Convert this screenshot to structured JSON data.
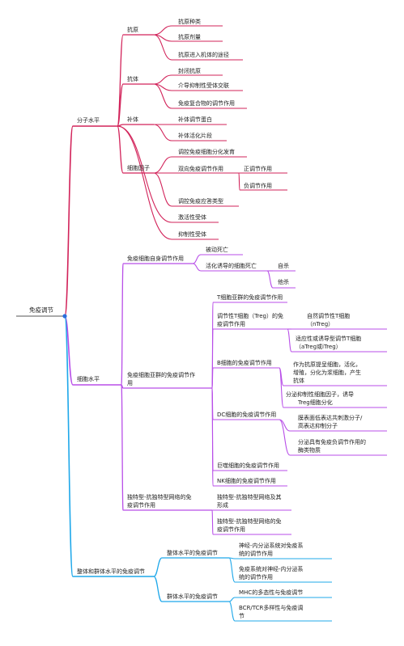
{
  "colors": {
    "root_line": "#555555",
    "root_node": "#2b6fdc",
    "molecular": "#d2235a",
    "cellular": "#b84ee8",
    "systemic": "#1fa8ea"
  },
  "root": {
    "label": "免疫调节"
  },
  "molecular": {
    "label": "分子水平",
    "antigen": {
      "label": "抗原",
      "children": [
        "抗原种类",
        "抗原剂量",
        "抗原进入机体的途径"
      ]
    },
    "antibody": {
      "label": "抗体",
      "children": [
        "封闭抗原",
        "介导抑制性受体交联",
        "免疫复合物的调节作用"
      ]
    },
    "complement": {
      "label": "补体",
      "children": [
        "补体调节蛋白",
        "补体活化片段"
      ]
    },
    "cytokine": {
      "label": "细胞因子",
      "c1": "调控免疫细胞分化发育",
      "c2": "双向免疫调节作用",
      "c2a": "正调节作用",
      "c2b": "负调节作用",
      "c3": "调控免疫应答类型"
    },
    "receptor": {
      "children": [
        "激活性受体",
        "抑制性受体"
      ]
    }
  },
  "cellular": {
    "label": "细胞水平",
    "self": {
      "label": "免疫细胞自身调节作用",
      "passive": "被动死亡",
      "aicd": "活化诱导的细胞死亡",
      "aicd_children": [
        "自杀",
        "他杀"
      ]
    },
    "group": {
      "label_1": "免疫细胞亚群的免疫调节作",
      "label_2": "用",
      "t_subsets": "T细胞亚群的免疫调节作用",
      "treg_1": "调节性T细胞（Treg）的免",
      "treg_2": "疫调节作用",
      "ntreg_1": "自然调节性T细胞",
      "ntreg_2": "（nTreg）",
      "atreg_1": "适应性或诱导型调节T细胞",
      "atreg_2": "（aTreg或iTreg）",
      "b_reg": "B细胞的免疫调节作用",
      "b_c1_1": "作为抗原提呈细胞，活化，",
      "b_c1_2": "增殖，分化为浆细胞，产生",
      "b_c1_3": "抗体",
      "b_c2_1": "分泌抑制性细胞因子，诱导",
      "b_c2_2": "Treg细胞分化",
      "dc_reg": "DC细胞的免疫调节作用",
      "dc_c1_1": "膜表面低表达共刺激分子/",
      "dc_c1_2": "高表达抑制分子",
      "dc_c2_1": "分泌具有免疫负调节作用的",
      "dc_c2_2": "酶类物质",
      "macro": "巨噬细胞的免疫调节作用",
      "nk": "NK细胞的免疫调节作用"
    },
    "idio": {
      "label_1": "独特型-抗独特型网络的免",
      "label_2": "疫调节作用",
      "c1_1": "独特型-抗独特型网络及其",
      "c1_2": "形成",
      "c2_1": "独特型-抗独特型网络的免",
      "c2_2": "疫调节作用"
    }
  },
  "systemic": {
    "label": "整体和群体水平的免疫调节",
    "whole": {
      "label": "整体水平的免疫调节",
      "c1_1": "神经-内分泌系统对免疫系",
      "c1_2": "统的调节作用",
      "c2_1": "免疫系统对神经-内分泌系",
      "c2_2": "统的调节作用"
    },
    "population": {
      "label": "群体水平的免疫调节",
      "c1": "MHC的多态性与免疫调节",
      "c2_1": "BCR/TCR多样性与免疫调",
      "c2_2": "节"
    }
  }
}
